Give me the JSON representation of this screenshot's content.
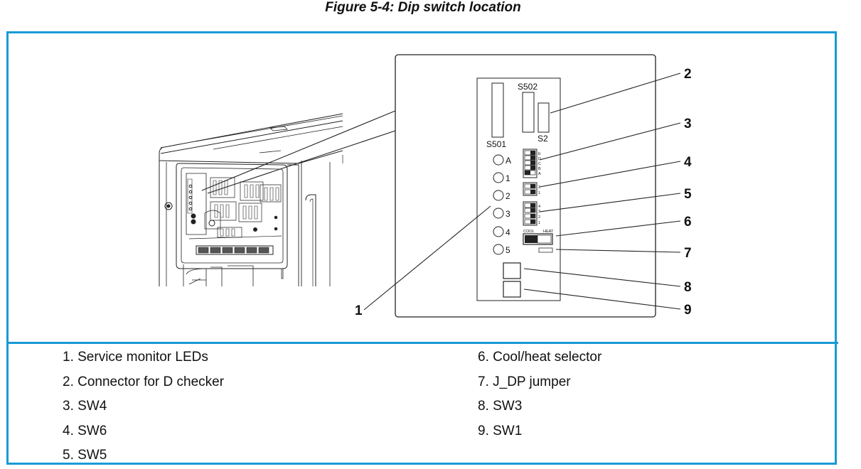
{
  "figure": {
    "title": "Figure 5-4: Dip switch location",
    "accent_color": "#1a9ad6"
  },
  "board": {
    "connectors": {
      "s501": "S501",
      "s502": "S502",
      "s2": "S2"
    },
    "leds": [
      "A",
      "1",
      "2",
      "3",
      "4",
      "5"
    ],
    "sw4_labels": [
      "E",
      "D",
      "C",
      "B",
      "A"
    ],
    "sw6_labels": [
      "2",
      "1"
    ],
    "sw5_labels": [
      "4",
      "3",
      "2",
      "1"
    ],
    "selector": {
      "left": "COOL",
      "right": "HEAT"
    }
  },
  "callouts": [
    "1",
    "2",
    "3",
    "4",
    "5",
    "6",
    "7",
    "8",
    "9"
  ],
  "legend": {
    "left": [
      "1. Service monitor LEDs",
      "2. Connector for D checker",
      "3. SW4",
      "4. SW6",
      "5. SW5"
    ],
    "right": [
      "6. Cool/heat selector",
      "7. J_DP jumper",
      "8. SW3",
      "9. SW1"
    ]
  }
}
